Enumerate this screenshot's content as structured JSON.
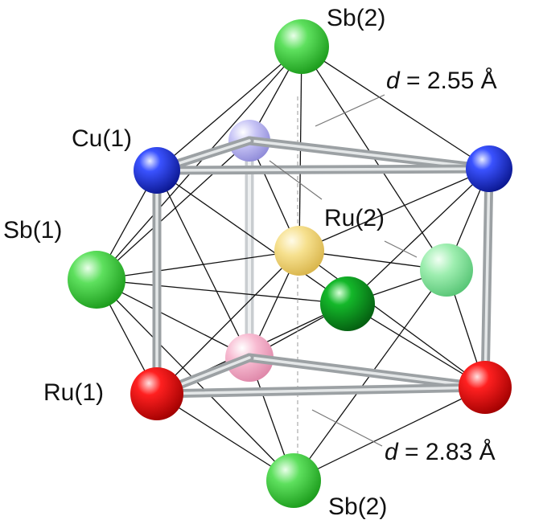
{
  "labels": {
    "sb2_top": "Sb(2)",
    "sb2_bottom": "Sb(2)",
    "cu1": "Cu(1)",
    "sb1": "Sb(1)",
    "ru2": "Ru(2)",
    "ru1": "Ru(1)"
  },
  "distances": {
    "upper": {
      "symbol": "d",
      "text": " = 2.55 Å"
    },
    "lower": {
      "symbol": "d",
      "text": " = 2.83 Å"
    }
  },
  "colors": {
    "sb_green": "#2fd02f",
    "sb_light_green": "#7ee89a",
    "cu_blue": "#1b2fd8",
    "cu_light_blue": "#b7b3f2",
    "ru_red": "#e60000",
    "ru_pink": "#f5a8c4",
    "center_yellow": "#f4dc7e",
    "center_dark_green": "#0a9a1e",
    "bond_gray": "#aeb3b6"
  }
}
